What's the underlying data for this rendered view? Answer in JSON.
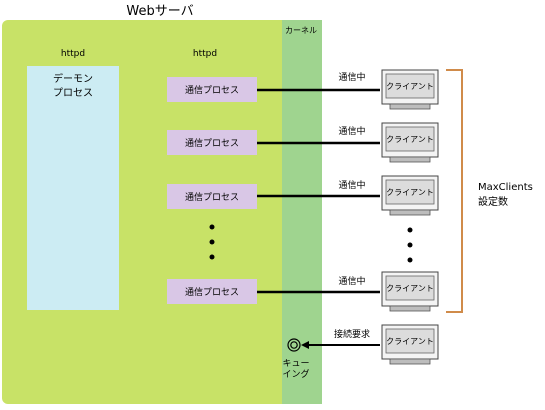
{
  "title": "Webサーバ",
  "kernel_label": "カーネル",
  "httpd_labels": [
    "httpd",
    "httpd"
  ],
  "daemon_lines": [
    "デーモン",
    "プロセス"
  ],
  "process_label": "通信プロセス",
  "processes": [
    {
      "label": "通信プロセス",
      "connection": "通信中"
    },
    {
      "label": "通信プロセス",
      "connection": "通信中"
    },
    {
      "label": "通信プロセス",
      "connection": "通信中"
    },
    {
      "label": "通信プロセス",
      "connection": "通信中"
    }
  ],
  "client_label": "クライアント",
  "connect_request": "接続要求",
  "queuing_lines": [
    "キュー",
    "イング"
  ],
  "maxclients_lines": [
    "MaxClients",
    "設定数"
  ],
  "colors": {
    "server_bg": "#c8e267",
    "kernel_bg": "#9fd48f",
    "daemon_bg": "#ccecf3",
    "process_bg": "#d9c7e6",
    "bracket": "#d08b4a",
    "monitor_screen": "#dcdcdc"
  }
}
